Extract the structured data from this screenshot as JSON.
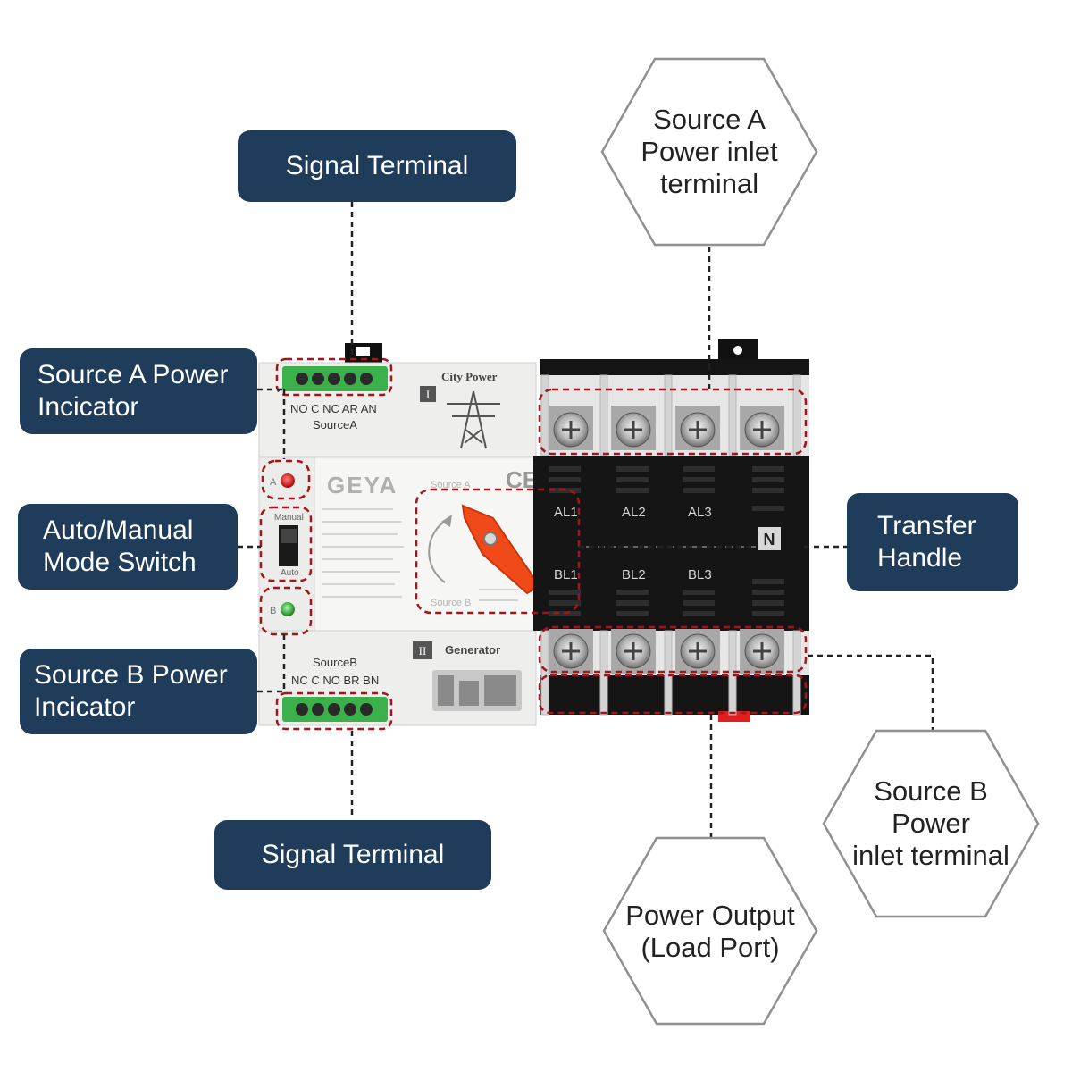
{
  "colors": {
    "callout_bg": "#1f3d5a",
    "callout_text": "#ffffff",
    "highlight_dash": "#a3151a",
    "leader": "#222222",
    "device_body": "#f0f0ee",
    "terminal_block": "#161616",
    "handle": "#f04a1a",
    "connector": "#3cb04a"
  },
  "callouts": {
    "signal_terminal_top": "Signal Terminal",
    "source_a_indicator": [
      "Source A Power",
      "Incicator"
    ],
    "mode_switch": [
      "Auto/Manual",
      "Mode Switch"
    ],
    "source_b_indicator": [
      "Source B Power",
      "Incicator"
    ],
    "signal_terminal_bottom": "Signal Terminal",
    "transfer_handle": [
      "Transfer",
      "Handle"
    ]
  },
  "hex_labels": {
    "source_a_inlet": [
      "Source A",
      "Power inlet",
      "terminal"
    ],
    "source_b_inlet": [
      "Source B",
      "Power",
      "inlet terminal"
    ],
    "power_output": [
      "Power Output",
      "(Load Port)"
    ]
  },
  "device": {
    "brand": "GEYA",
    "cert": "CE",
    "top_panel": {
      "roman": "I",
      "title": "City Power",
      "pins": "NO C NC AR AN",
      "source": "SourceA"
    },
    "bottom_panel": {
      "roman": "II",
      "title": "Generator",
      "source": "SourceB",
      "pins": "NC C NO BR BN"
    },
    "switch_top": "Manual",
    "switch_bottom": "Auto",
    "indicator_a": "A",
    "indicator_b": "B",
    "dial_top": "Source A",
    "dial_bottom": "Source B",
    "phase_a": [
      "AL1",
      "AL2",
      "AL3"
    ],
    "phase_b": [
      "BL1",
      "BL2",
      "BL3"
    ],
    "neutral": "N"
  }
}
